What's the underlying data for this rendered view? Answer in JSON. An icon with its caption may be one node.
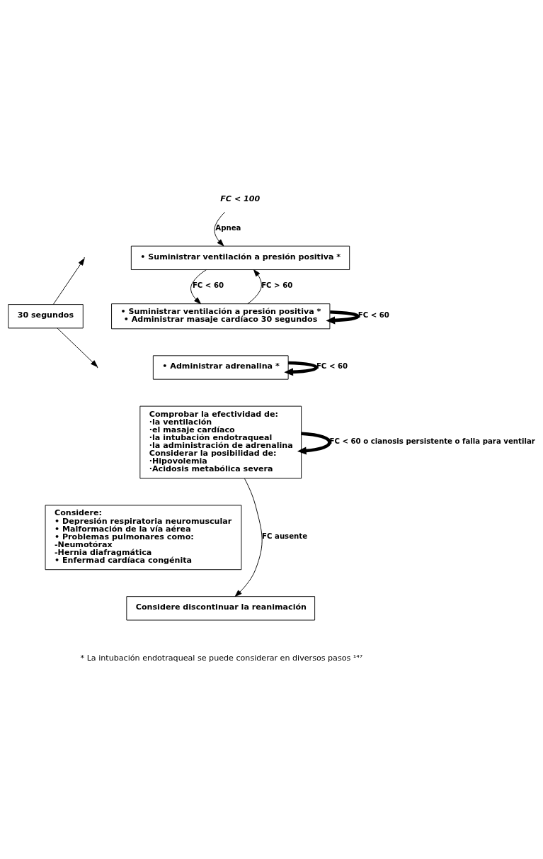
{
  "diagram": {
    "nodes": [
      {
        "text": [
          "30 segundos"
        ]
      },
      {
        "text": [
          "FC < 100"
        ]
      },
      {
        "text": [
          "• Suministrar ventilación a presión positiva *"
        ]
      },
      {
        "text": [
          "• Suministrar ventilación a presión positiva *",
          "• Administrar masaje cardíaco 30 segundos"
        ]
      },
      {
        "text": [
          "• Administrar adrenalina *"
        ]
      },
      {
        "text": [
          "Comprobar la efectividad de:",
          "·la ventilación",
          "·el masaje cardíaco",
          "·la intubación endotraqueal",
          "·la administración de adrenalina",
          "Considerar la posibilidad de:",
          "·Hipovolemia",
          "·Acidosis metabólica severa"
        ]
      },
      {
        "text": [
          "Considere:",
          "• Depresión respiratoria neuromuscular",
          "• Malformación de la vía aérea",
          "• Problemas pulmonares como:",
          "-Neumotórax",
          "-Hernia diafragmática",
          "• Enfermad cardíaca congénita"
        ]
      },
      {
        "text": [
          "Considere discontinuar la reanimación"
        ]
      }
    ],
    "edges": [
      {
        "from": 0,
        "to": null,
        "arrow": "to"
      },
      {
        "from": 0,
        "to": null,
        "arrow": "to"
      },
      {
        "from": 1,
        "to": 2,
        "arrow": "to",
        "label": "Apnea"
      },
      {
        "from": 2,
        "to": 3,
        "arrow": "to",
        "label": "FC < 60"
      },
      {
        "from": 3,
        "to": 2,
        "arrow": "to",
        "label": "FC > 60"
      },
      {
        "from": 3,
        "to": 3,
        "arrow": "to",
        "label": "FC < 60",
        "style": "thick"
      },
      {
        "from": 4,
        "to": 4,
        "arrow": "to",
        "label": "FC < 60",
        "style": "thick"
      },
      {
        "from": 5,
        "to": 5,
        "arrow": "to",
        "label": "FC < 60 o cianosis persistente o falla para ventilar",
        "style": "thick"
      },
      {
        "from": 5,
        "to": 7,
        "arrow": "to",
        "label": "FC ausente"
      }
    ],
    "labels": [
      "* La intubación endotraqueal se puede considerar en diversos pasos ¹⁴⁷"
    ]
  }
}
